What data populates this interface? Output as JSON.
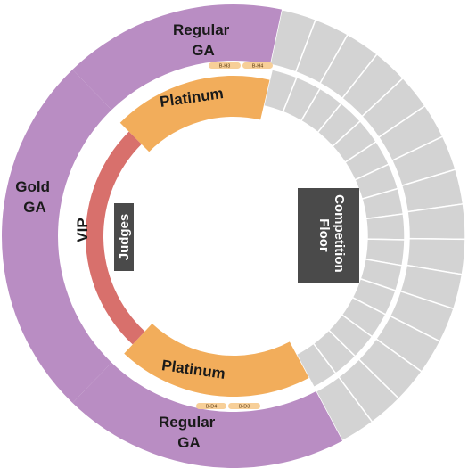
{
  "map": {
    "sections": {
      "regular_ga_top": {
        "label": [
          "Regular",
          "GA"
        ],
        "color": "#b98dc3"
      },
      "regular_ga_bottom": {
        "label": [
          "Regular",
          "GA"
        ],
        "color": "#b98dc3"
      },
      "gold_ga": {
        "label": [
          "Gold",
          "GA"
        ],
        "color": "#b98dc3"
      },
      "platinum_top": {
        "label": "Platinum",
        "color": "#f2ad5b"
      },
      "platinum_bottom": {
        "label": "Platinum",
        "color": "#f2ad5b"
      },
      "vip": {
        "label": "VIP",
        "color": "#d8706c"
      }
    },
    "unavailable_color": "#d3d3d3",
    "features": {
      "judges": {
        "label": "Judges",
        "color": "#4a4a4a"
      },
      "competition_floor": {
        "label": [
          "Competition",
          "Floor"
        ],
        "color": "#4a4a4a"
      }
    },
    "small_sections": {
      "top": [
        "B-H3",
        "B-H4"
      ],
      "bottom": [
        "B-D4",
        "B-D3"
      ]
    }
  }
}
